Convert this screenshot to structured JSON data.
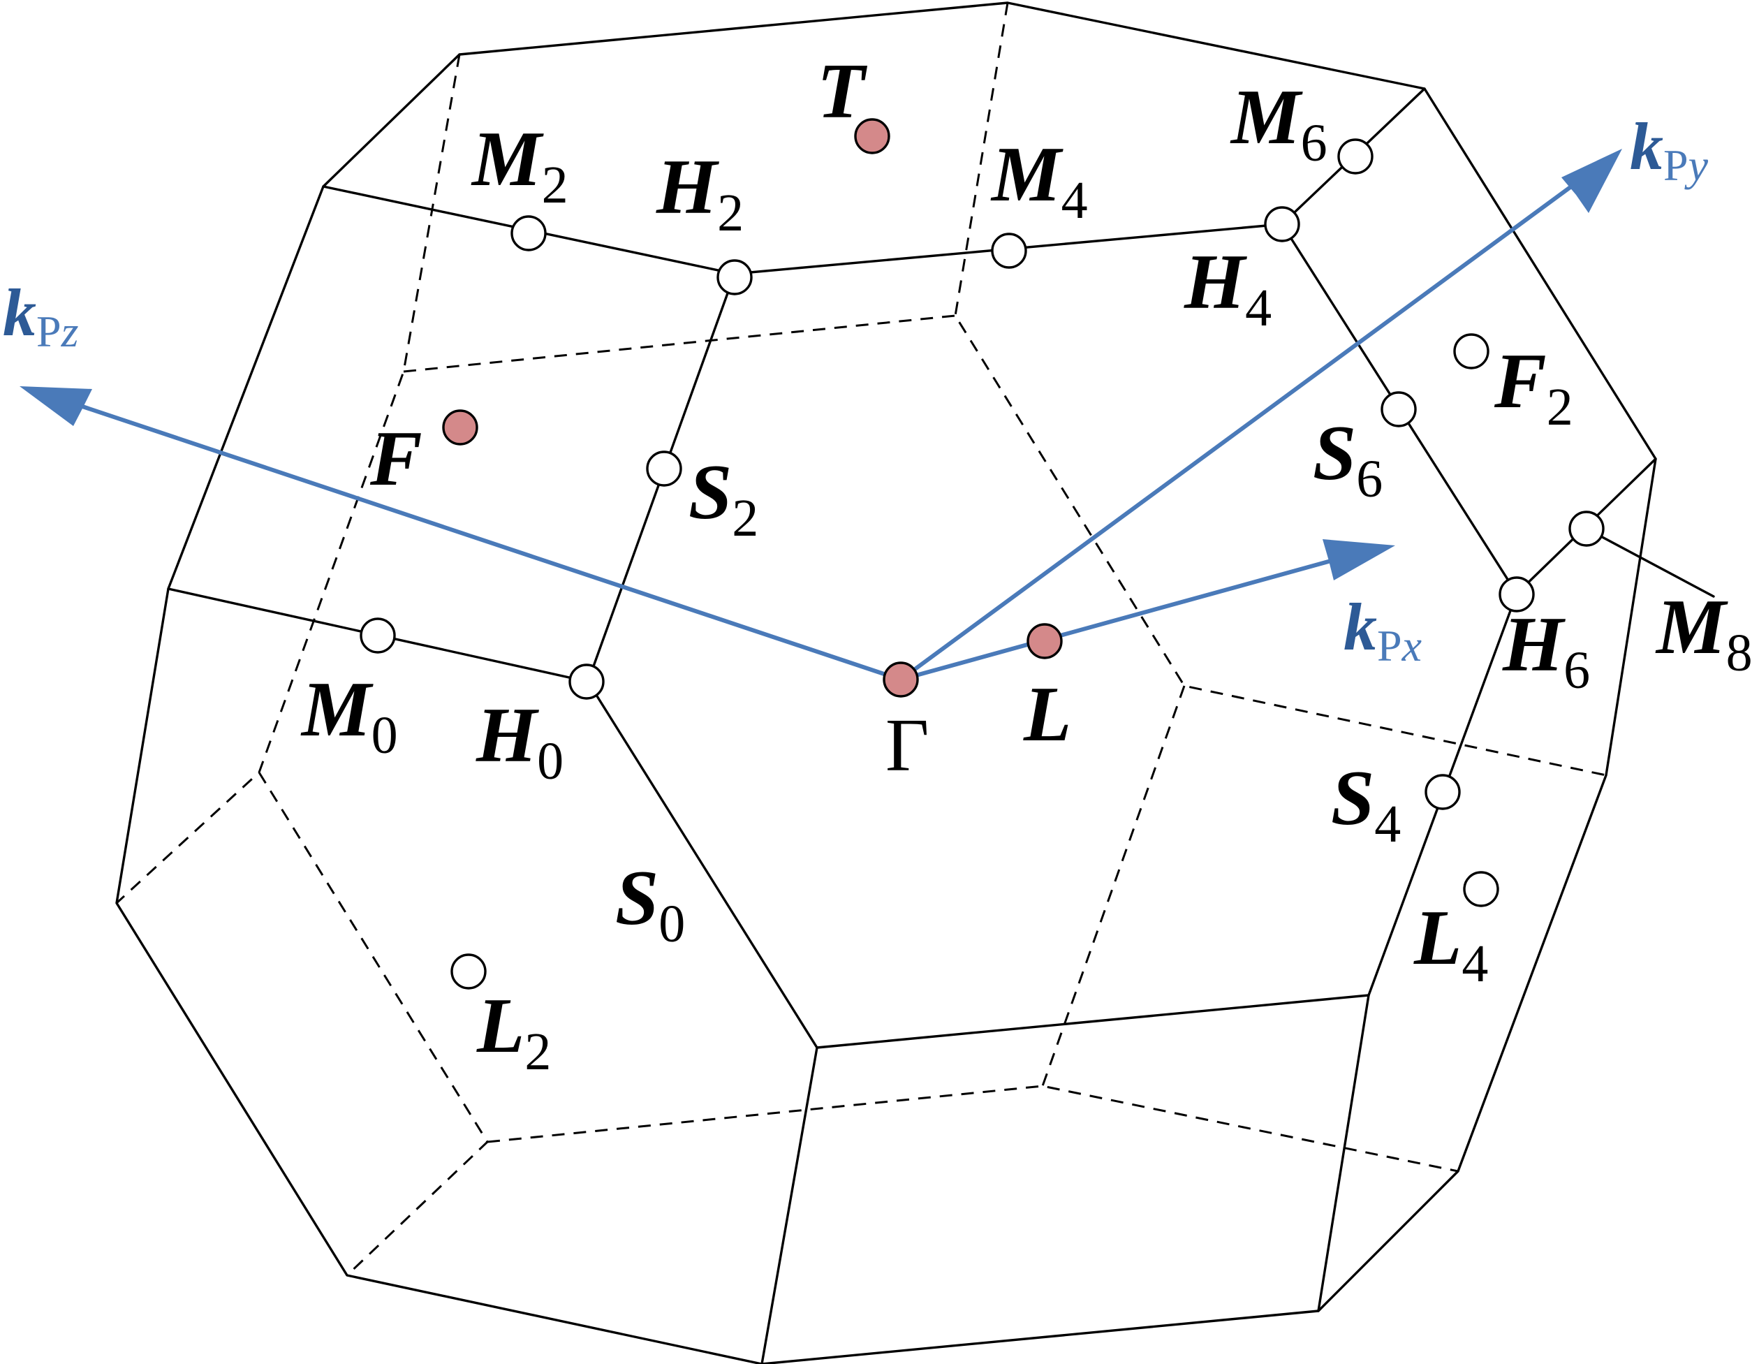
{
  "diagram": {
    "colors": {
      "axis": "#4a7ab9",
      "highlight_point": "#d4898a",
      "plain_point": "#ffffff",
      "edge": "#000000"
    },
    "axes": [
      {
        "id": "kPz",
        "main": "k",
        "sub": "Pz",
        "sub_plain": "P",
        "sub_italic": "z"
      },
      {
        "id": "kPy",
        "main": "k",
        "sub": "Py",
        "sub_plain": "P",
        "sub_italic": "y"
      },
      {
        "id": "kPx",
        "main": "k",
        "sub": "Px",
        "sub_plain": "P",
        "sub_italic": "x"
      }
    ],
    "points": [
      {
        "id": "T",
        "main": "T",
        "sub": "",
        "highlighted": true
      },
      {
        "id": "M2",
        "main": "M",
        "sub": "2",
        "highlighted": false
      },
      {
        "id": "H2",
        "main": "H",
        "sub": "2",
        "highlighted": false
      },
      {
        "id": "M4",
        "main": "M",
        "sub": "4",
        "highlighted": false
      },
      {
        "id": "M6",
        "main": "M",
        "sub": "6",
        "highlighted": false
      },
      {
        "id": "H4",
        "main": "H",
        "sub": "4",
        "highlighted": false
      },
      {
        "id": "F",
        "main": "F",
        "sub": "",
        "highlighted": true
      },
      {
        "id": "S2",
        "main": "S",
        "sub": "2",
        "highlighted": false
      },
      {
        "id": "F2",
        "main": "F",
        "sub": "2",
        "highlighted": false
      },
      {
        "id": "S6",
        "main": "S",
        "sub": "6",
        "highlighted": false
      },
      {
        "id": "M0",
        "main": "M",
        "sub": "0",
        "highlighted": false
      },
      {
        "id": "H0",
        "main": "H",
        "sub": "0",
        "highlighted": false
      },
      {
        "id": "Gamma",
        "main": "Γ",
        "sub": "",
        "highlighted": true
      },
      {
        "id": "L",
        "main": "L",
        "sub": "",
        "highlighted": true
      },
      {
        "id": "H6",
        "main": "H",
        "sub": "6",
        "highlighted": false
      },
      {
        "id": "M8",
        "main": "M",
        "sub": "8",
        "highlighted": false
      },
      {
        "id": "S4",
        "main": "S",
        "sub": "4",
        "highlighted": false
      },
      {
        "id": "S0",
        "main": "S",
        "sub": "0",
        "highlighted": false
      },
      {
        "id": "L4",
        "main": "L",
        "sub": "4",
        "highlighted": false
      },
      {
        "id": "L2",
        "main": "L",
        "sub": "2",
        "highlighted": false
      }
    ]
  }
}
